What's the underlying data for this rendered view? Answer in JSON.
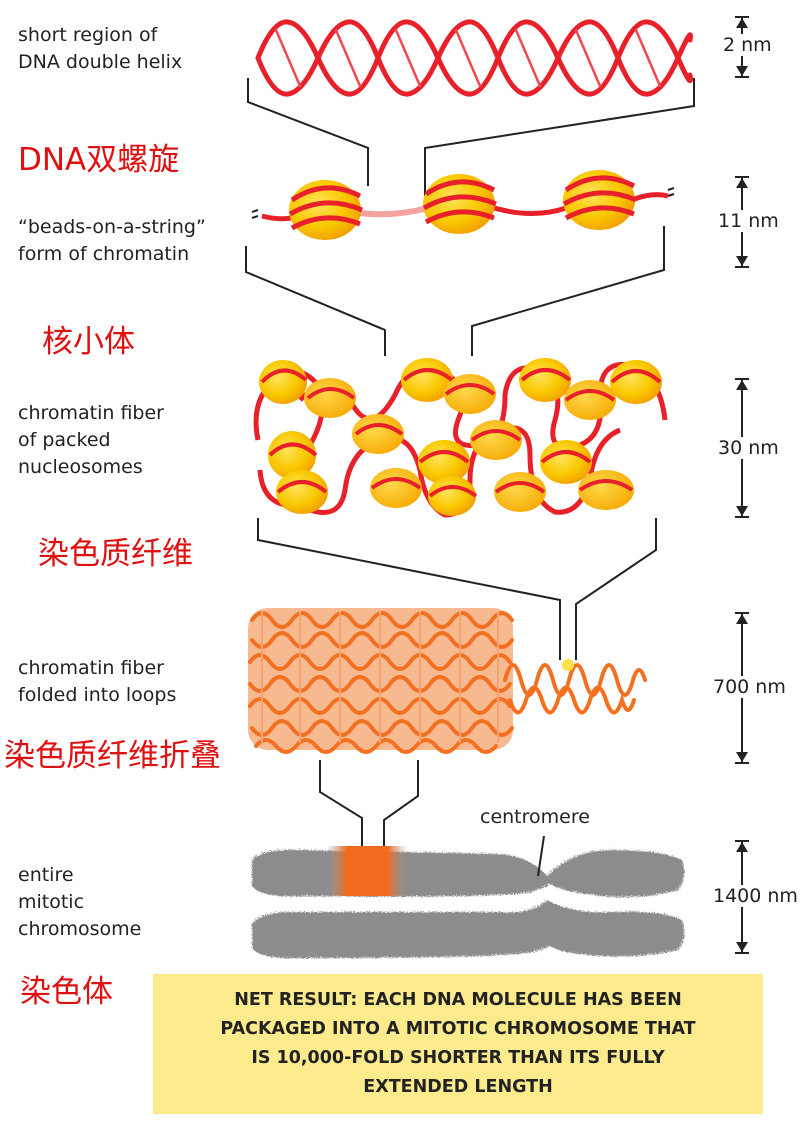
{
  "levels": [
    {
      "label": "short region of\nDNA double helix",
      "size": "2 nm",
      "chinese": "DNA双螺旋"
    },
    {
      "label": "“beads-on-a-string”\nform of chromatin",
      "size": "11 nm",
      "chinese": "核小体"
    },
    {
      "label": "chromatin fiber\nof packed\nnucleosomes",
      "size": "30 nm",
      "chinese": "染色质纤维"
    },
    {
      "label": "chromatin fiber\nfolded into loops",
      "size": "700 nm",
      "chinese": "染色质纤维折叠"
    },
    {
      "label": "entire\nmitotic\nchromosome",
      "size": "1400 nm",
      "chinese": "染色体"
    }
  ],
  "centromere_label": "centromere",
  "net_result": "NET RESULT: EACH DNA MOLECULE HAS BEEN\nPACKAGED INTO A MITOTIC CHROMOSOME THAT\nIS 10,000-FOLD SHORTER THAN ITS FULLY\nEXTENDED LENGTH",
  "colors": {
    "dna_red": "#e8202a",
    "histone_yellow": "#f9c800",
    "histone_orange": "#f5a500",
    "loop_orange": "#f37021",
    "loop_fill": "#f7b98f",
    "chromosome_gray": "#8c8c8c",
    "note_bg": "#fbeb8c",
    "chinese_text": "#e01010"
  }
}
